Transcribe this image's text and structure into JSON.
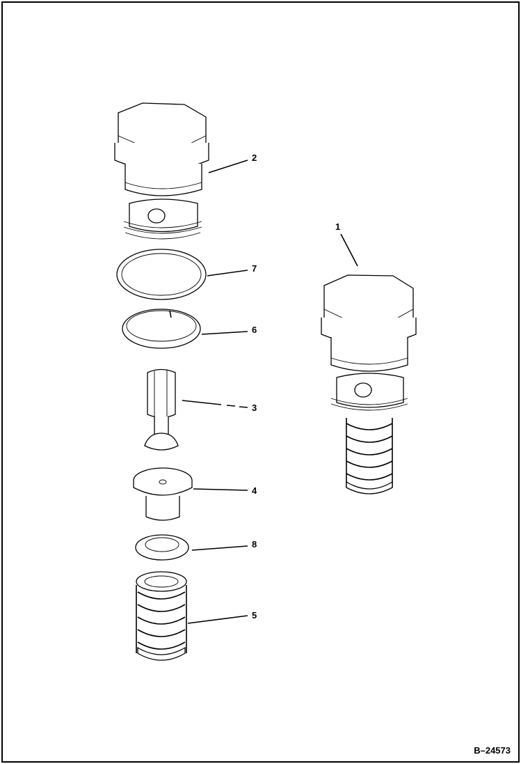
{
  "figure_id": "B–24573",
  "callouts": [
    {
      "key": "plug",
      "label": "2"
    },
    {
      "key": "assembly",
      "label": "1"
    },
    {
      "key": "oring",
      "label": "7"
    },
    {
      "key": "backup_ring",
      "label": "6"
    },
    {
      "key": "poppet",
      "label": "3"
    },
    {
      "key": "seat",
      "label": "4"
    },
    {
      "key": "washer",
      "label": "8"
    },
    {
      "key": "spring",
      "label": "5"
    }
  ]
}
